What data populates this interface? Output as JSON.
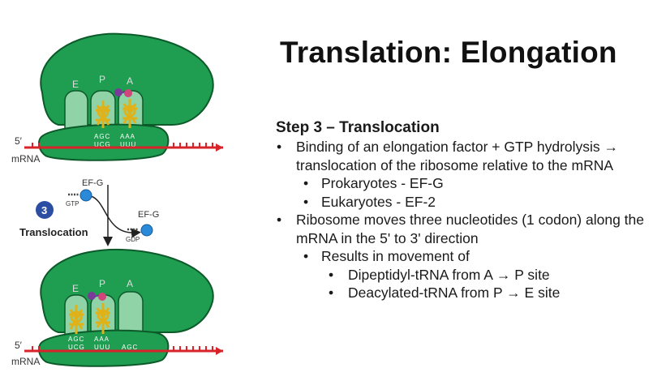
{
  "slide": {
    "title": "Translation: Elongation",
    "heading": "Step 3 – Translocation",
    "bullets": [
      "Binding of an elongation factor + GTP hydrolysis → translocation of the ribosome relative to the mRNA",
      "Prokaryotes - EF-G",
      "Eukaryotes - EF-2",
      "Ribosome moves three nucleotides (1 codon) along the mRNA in the 5' to 3' direction",
      "Results in movement of",
      "Dipeptidyl-tRNA from A → P site",
      "Deacylated-tRNA from P → E site"
    ]
  },
  "diagram": {
    "top": {
      "sites": [
        "E",
        "P",
        "A"
      ],
      "five_prime": "5′",
      "mrna": "mRNA",
      "codons": [
        "UCG",
        "UUU"
      ],
      "anticodons": [
        "AGC",
        "AAA"
      ]
    },
    "step": {
      "number": "3",
      "label": "Translocation",
      "ef_g_in": "EF-G",
      "gtp": "GTP",
      "ef_g_out": "EF-G",
      "gdp": "GDP"
    },
    "bottom": {
      "sites": [
        "E",
        "P",
        "A"
      ],
      "five_prime": "5′",
      "mrna": "mRNA",
      "codons": [
        "UCG",
        "UUU",
        "AGC"
      ],
      "anticodons": [
        "AGC",
        "AAA"
      ]
    },
    "colors": {
      "ribosome": "#1f9e52",
      "ribosome_outline": "#0c5a2a",
      "site_slot": "#8fd3a6",
      "mrna": "#d8232a",
      "trna": "#e0b21a",
      "ef_g": "#2a8ad8",
      "step_badge": "#2b4ea2",
      "amino_acid_purple": "#7a3a9a",
      "amino_acid_pink": "#d0457a"
    }
  }
}
